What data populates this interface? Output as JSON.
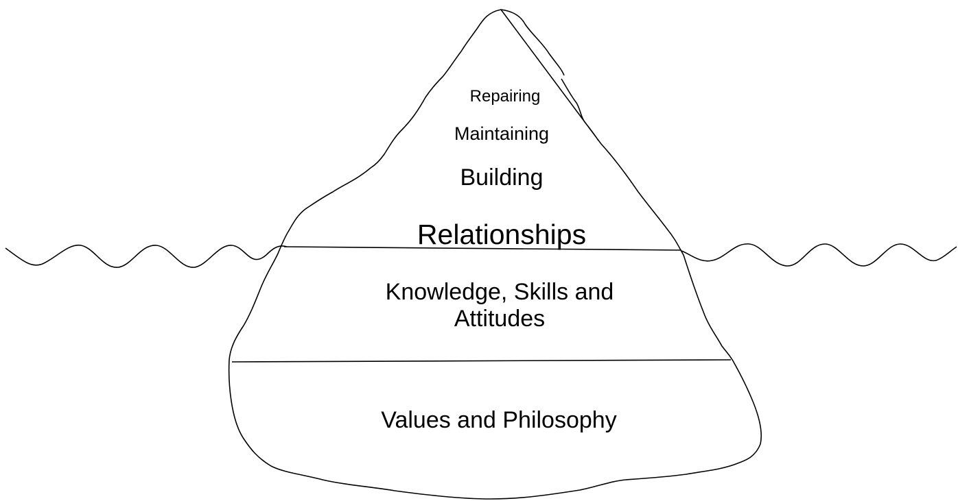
{
  "iceberg": {
    "above_water": {
      "repairing": "Repairing",
      "maintaining": "Maintaining",
      "building": "Building",
      "relationships": "Relationships"
    },
    "middle_layer": {
      "line1": "Knowledge, Skills and",
      "line2": "Attitudes"
    },
    "bottom_layer": "Values and Philosophy"
  },
  "colors": {
    "stroke": "#000000",
    "background": "#ffffff"
  }
}
